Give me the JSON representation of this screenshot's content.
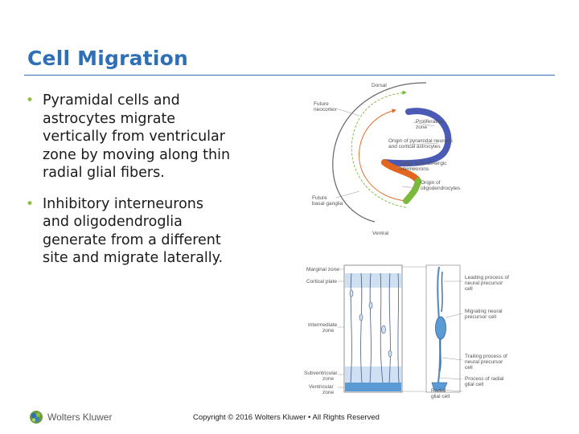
{
  "slide": {
    "title": "Cell Migration",
    "bullets": [
      {
        "lines": [
          "Pyramidal cells and",
          "astrocytes migrate",
          "vertically from ventricular",
          "zone by moving along thin",
          "radial glial fibers."
        ]
      },
      {
        "lines": [
          "Inhibitory interneurons",
          "and oligodendroglia",
          "generate from a different",
          "site and migrate laterally."
        ]
      }
    ]
  },
  "figure_top": {
    "dorsal": "Dorsal",
    "ventral": "Ventral",
    "future_neocortex": [
      "Future",
      "neocortex"
    ],
    "future_basal_ganglia": [
      "Future",
      "basal ganglia"
    ],
    "proliferative_zone": [
      "Proliferative",
      "zone"
    ],
    "origin_pyramidal": [
      "Origin of pyramidal neurons",
      "and cortical astrocytes"
    ],
    "origin_gaba": [
      "Origin of GABAergic",
      "interneurons"
    ],
    "origin_oligo": [
      "Origin of",
      "oligodendrocytes"
    ],
    "colors": {
      "blue": "#4a5ab5",
      "orange": "#e2661f",
      "green": "#7ab93a"
    }
  },
  "figure_bottom": {
    "zones": {
      "marginal": [
        "Marginal zone"
      ],
      "cortical_plate": [
        "Cortical plate"
      ],
      "intermediate": [
        "Intermediate",
        "zone"
      ],
      "subventricular": [
        "Subventricular",
        "zone"
      ],
      "ventricular": [
        "Ventricular",
        "zone"
      ]
    },
    "right_labels": {
      "leading_process": [
        "Leading process of",
        "neural precursor",
        "cell"
      ],
      "migrating": [
        "Migrating neural",
        "precursor cell"
      ],
      "trailing_process": [
        "Trailing process of",
        "neural precursor",
        "cell"
      ],
      "radial_process": [
        "Process of radial",
        "glial cell"
      ],
      "radial_glial": [
        "Radial",
        "glial cell"
      ]
    }
  },
  "footer": {
    "copyright": "Copyright © 2016 Wolters Kluwer • All Rights Reserved",
    "logo_text": "Wolters Kluwer"
  }
}
